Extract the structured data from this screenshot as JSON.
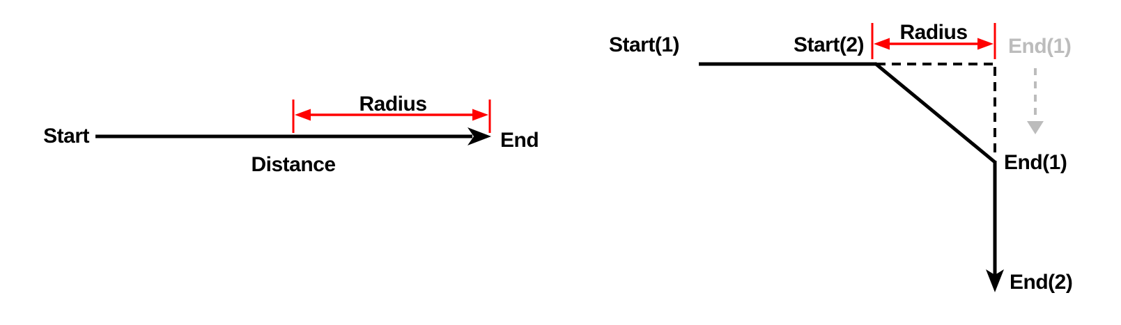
{
  "colors": {
    "line_black": "#000000",
    "accent_red": "#ff0000",
    "muted_gray": "#bcbcbc",
    "background": "#ffffff"
  },
  "left_diagram": {
    "start_label": "Start",
    "end_label": "End",
    "distance_label": "Distance",
    "radius_label": "Radius"
  },
  "right_diagram": {
    "start1_label": "Start(1)",
    "start2_label": "Start(2)",
    "radius_label": "Radius",
    "end1_faded_label": "End(1)",
    "end1_label": "End(1)",
    "end2_label": "End(2)"
  }
}
